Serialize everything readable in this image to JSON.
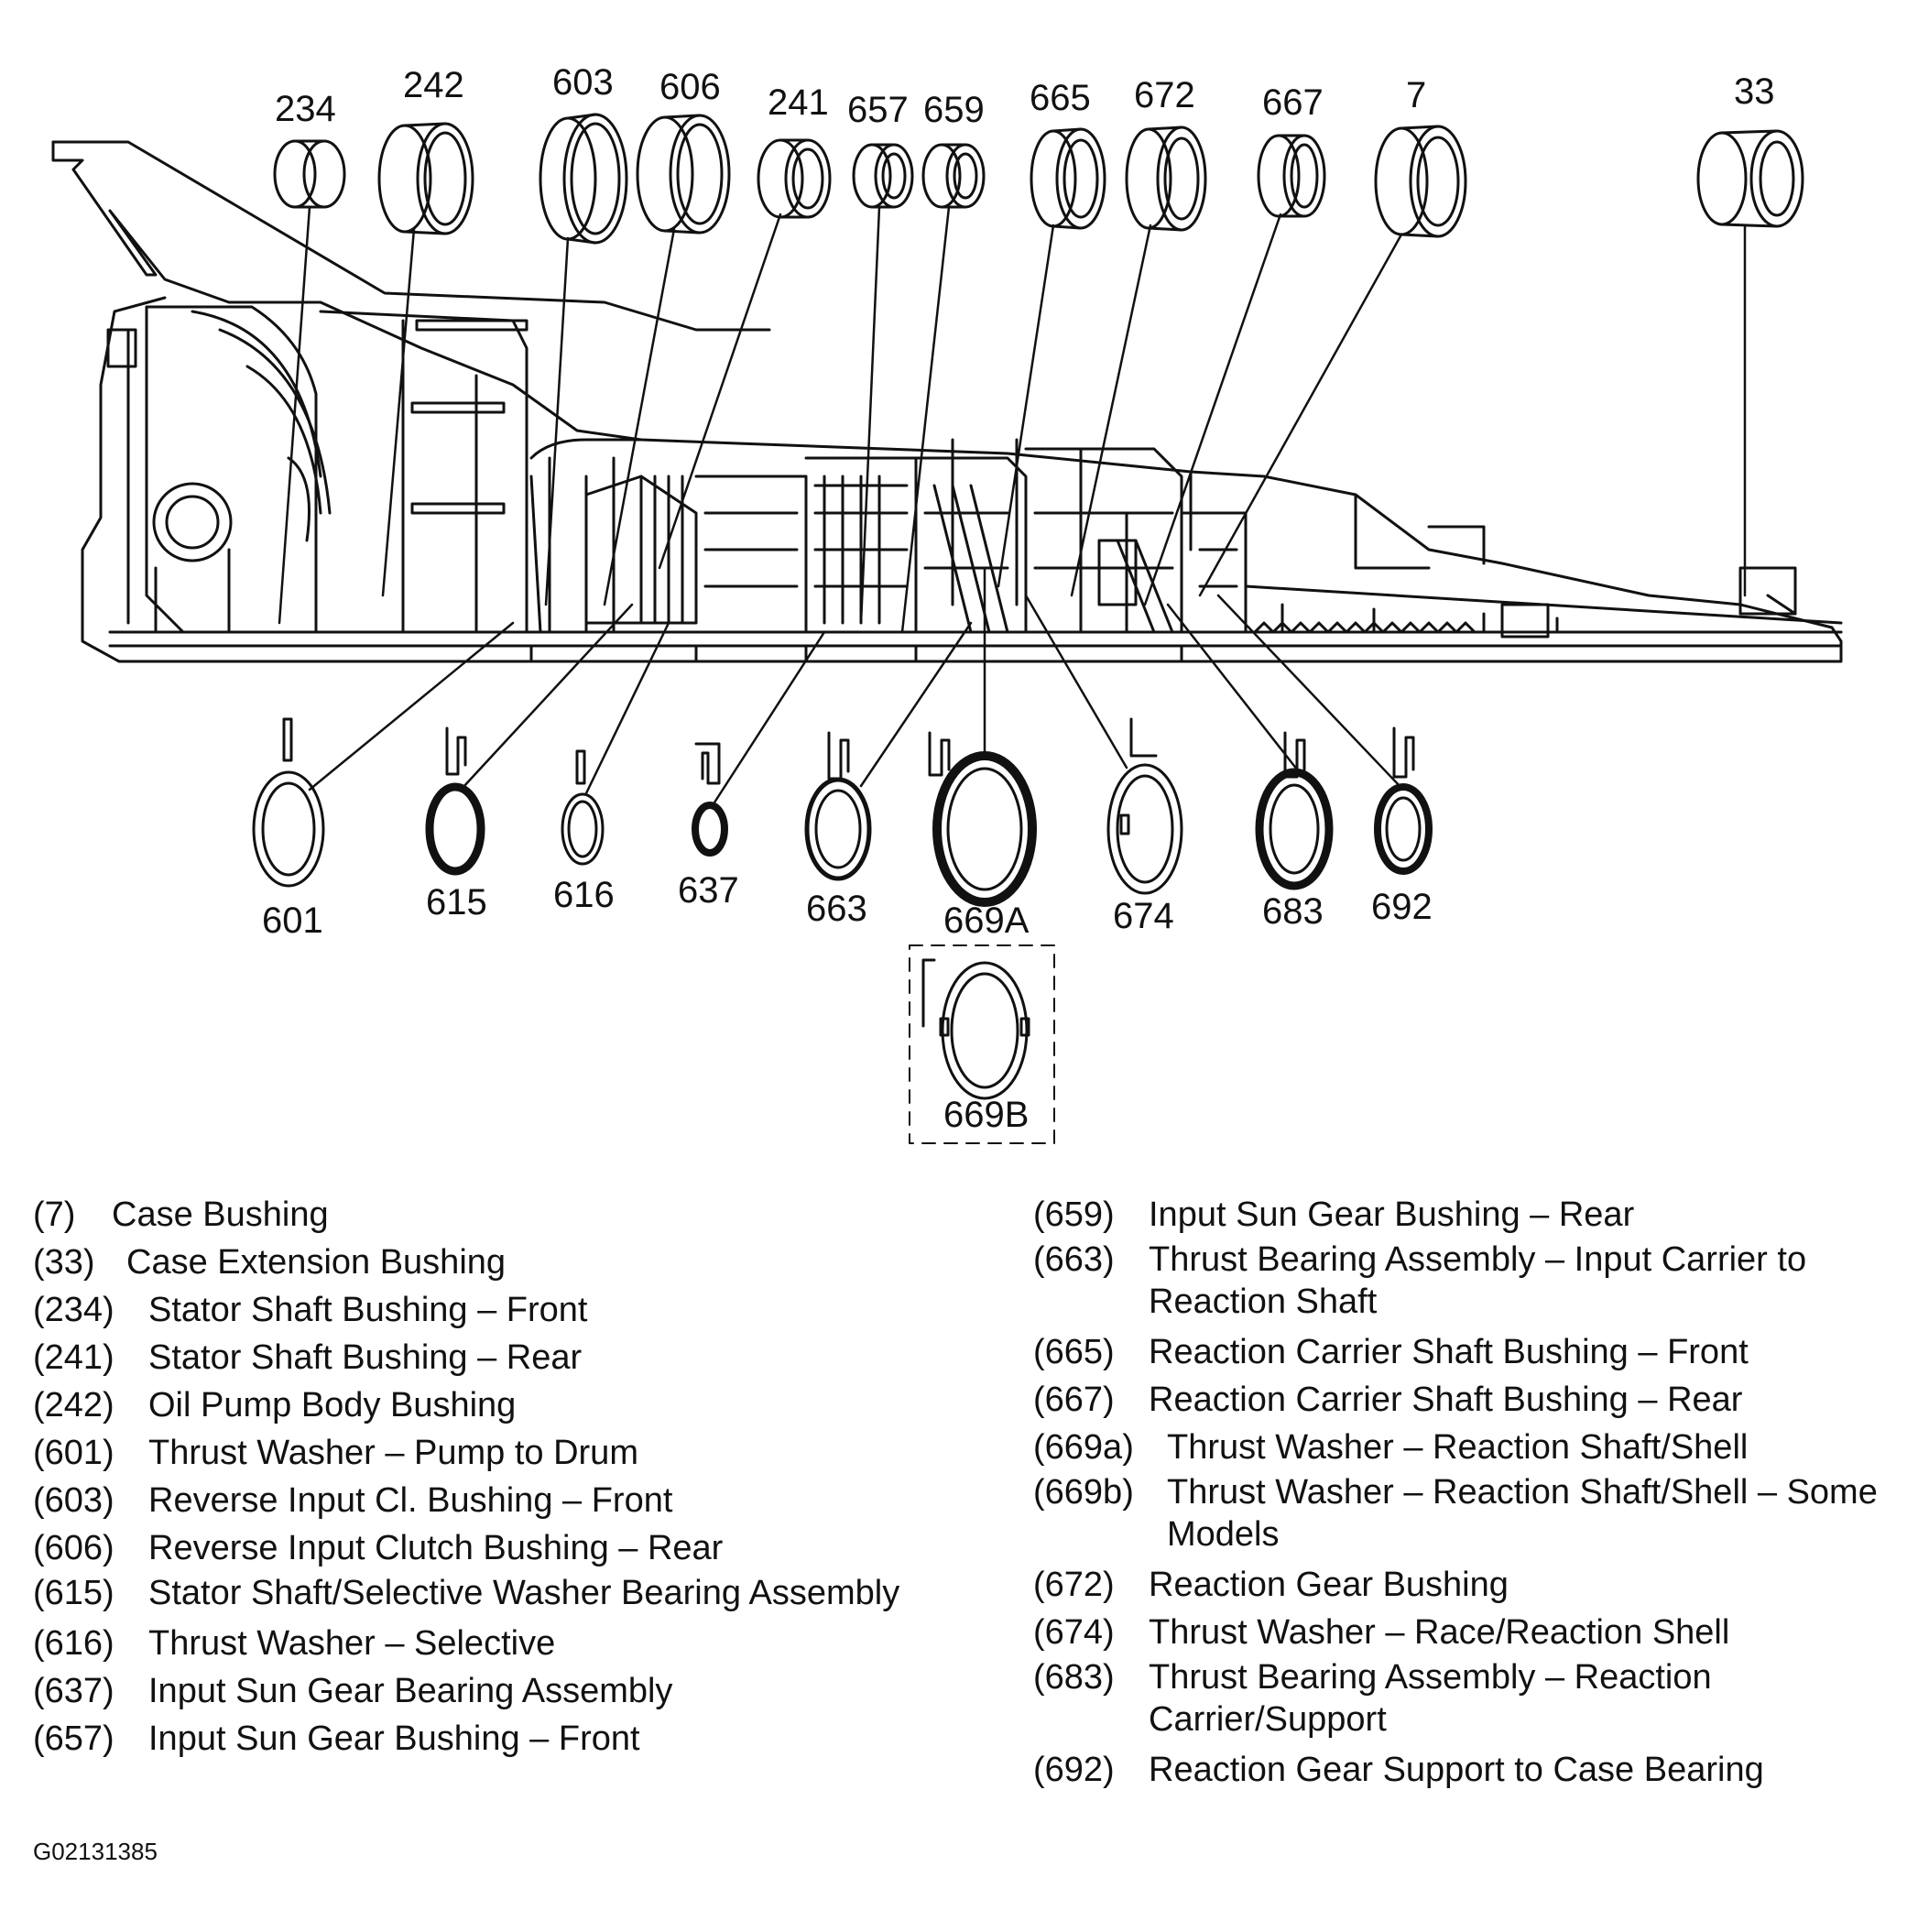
{
  "diagram": {
    "top_labels": [
      "234",
      "242",
      "603",
      "606",
      "241",
      "657",
      "659",
      "665",
      "672",
      "667",
      "7",
      "33"
    ],
    "bottom_labels": [
      "601",
      "615",
      "616",
      "637",
      "663",
      "669A",
      "674",
      "683",
      "692"
    ],
    "inset_label": "669B"
  },
  "legend": {
    "left": [
      {
        "num": "(7)",
        "text": "Case Bushing"
      },
      {
        "num": "(33)",
        "text": "Case Extension Bushing"
      },
      {
        "num": "(234)",
        "text": "Stator Shaft Bushing – Front"
      },
      {
        "num": "(241)",
        "text": "Stator Shaft Bushing – Rear"
      },
      {
        "num": "(242)",
        "text": "Oil Pump Body Bushing"
      },
      {
        "num": "(601)",
        "text": "Thrust Washer – Pump to Drum"
      },
      {
        "num": "(603)",
        "text": "Reverse Input Cl. Bushing – Front"
      },
      {
        "num": "(606)",
        "text": "Reverse Input Clutch Bushing – Rear"
      },
      {
        "num": "(615)",
        "text": "Stator Shaft/Selective Washer Bearing Assembly"
      },
      {
        "num": "(616)",
        "text": "Thrust Washer – Selective"
      },
      {
        "num": "(637)",
        "text": "Input Sun Gear Bearing Assembly"
      },
      {
        "num": "(657)",
        "text": "Input Sun Gear Bushing – Front"
      }
    ],
    "right": [
      {
        "num": "(659)",
        "text": "Input Sun Gear Bushing – Rear"
      },
      {
        "num": "(663)",
        "text": "Thrust Bearing Assembly – Input Carrier to Reaction Shaft"
      },
      {
        "num": "(665)",
        "text": "Reaction Carrier Shaft Bushing – Front"
      },
      {
        "num": "(667)",
        "text": "Reaction Carrier Shaft Bushing – Rear"
      },
      {
        "num": "(669a)",
        "text": "Thrust Washer – Reaction Shaft/Shell"
      },
      {
        "num": "(669b)",
        "text": "Thrust Washer – Reaction Shaft/Shell – Some Models"
      },
      {
        "num": "(672)",
        "text": "Reaction Gear Bushing"
      },
      {
        "num": "(674)",
        "text": "Thrust Washer – Race/Reaction Shell"
      },
      {
        "num": "(683)",
        "text": "Thrust Bearing Assembly – Reaction Carrier/Support"
      },
      {
        "num": "(692)",
        "text": "Reaction Gear Support to Case Bearing"
      }
    ]
  },
  "figure_code": "G02131385"
}
